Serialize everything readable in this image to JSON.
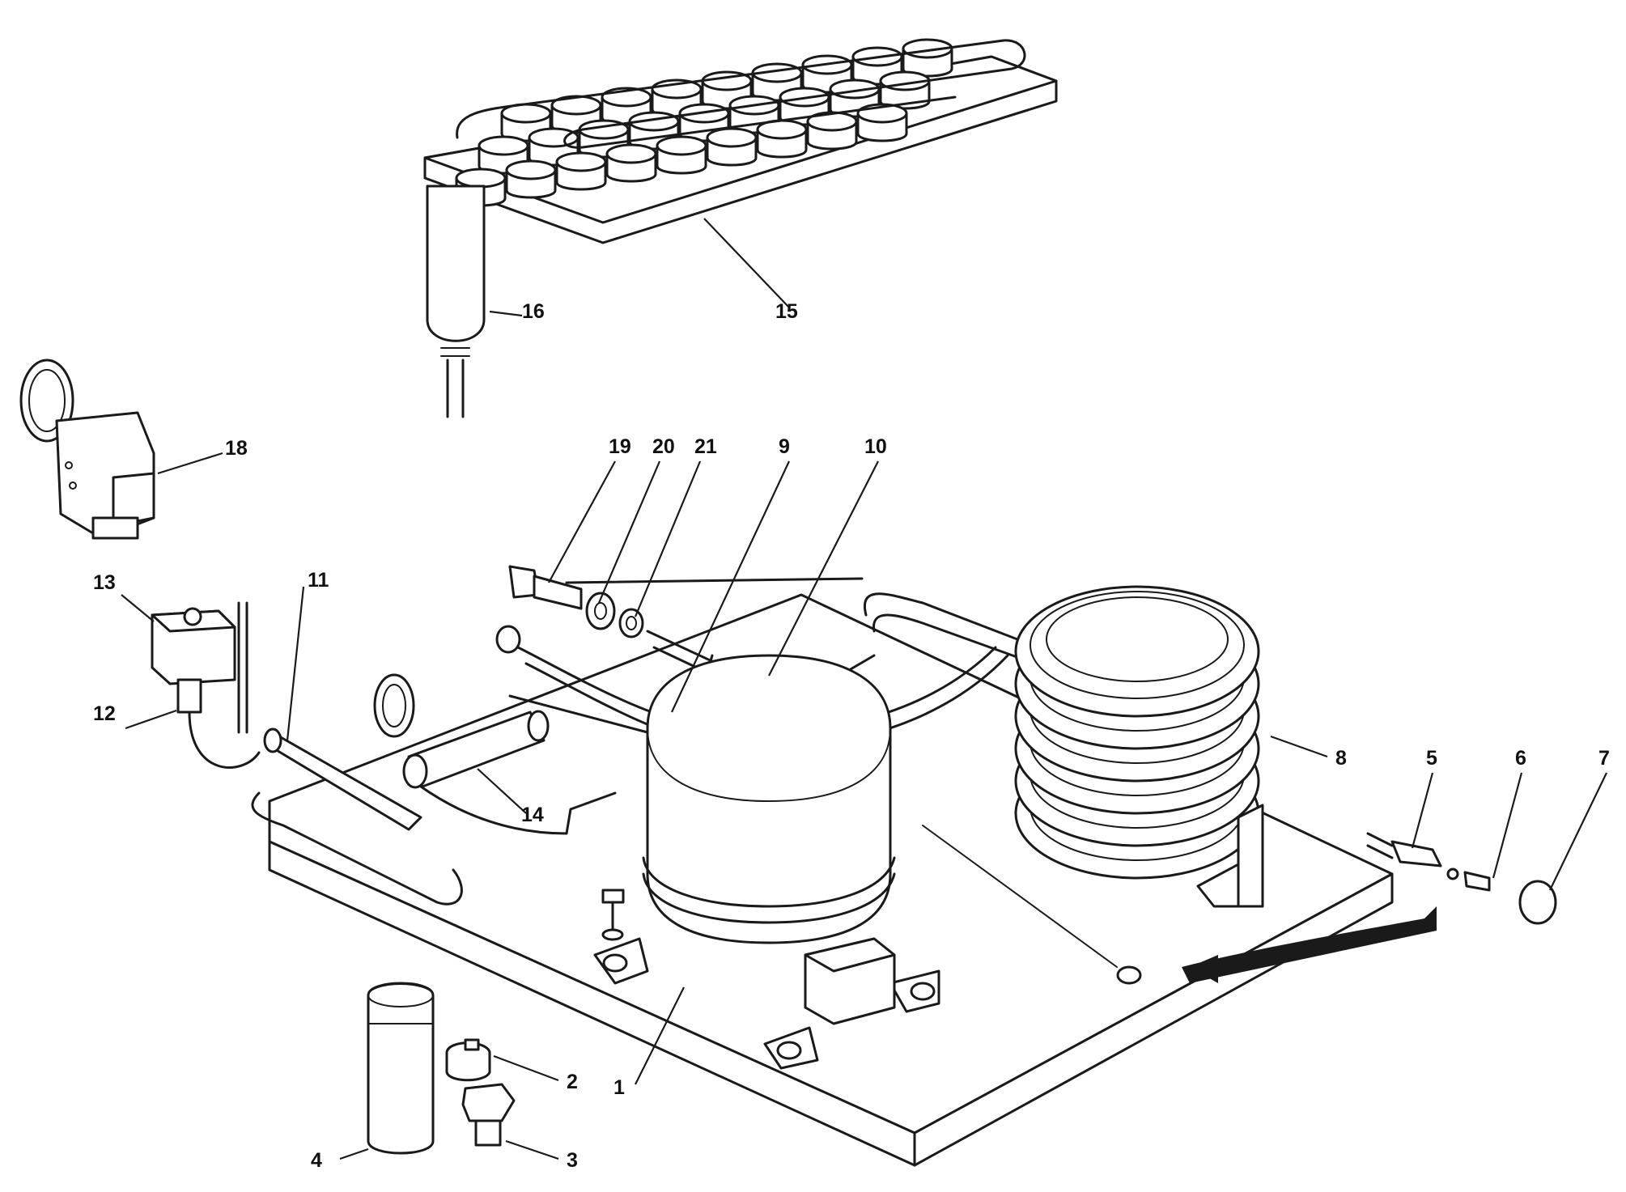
{
  "diagram": {
    "callouts": {
      "c1": "1",
      "c2": "2",
      "c3": "3",
      "c4": "4",
      "c5": "5",
      "c6": "6",
      "c7": "7",
      "c8": "8",
      "c9": "9",
      "c10": "10",
      "c11": "11",
      "c12": "12",
      "c13": "13",
      "c14": "14",
      "c15": "15",
      "c16": "16",
      "c18": "18",
      "c19": "19",
      "c20": "20",
      "c21": "21"
    },
    "colors": {
      "line": "#1a1a1a",
      "background": "#ffffff"
    }
  }
}
